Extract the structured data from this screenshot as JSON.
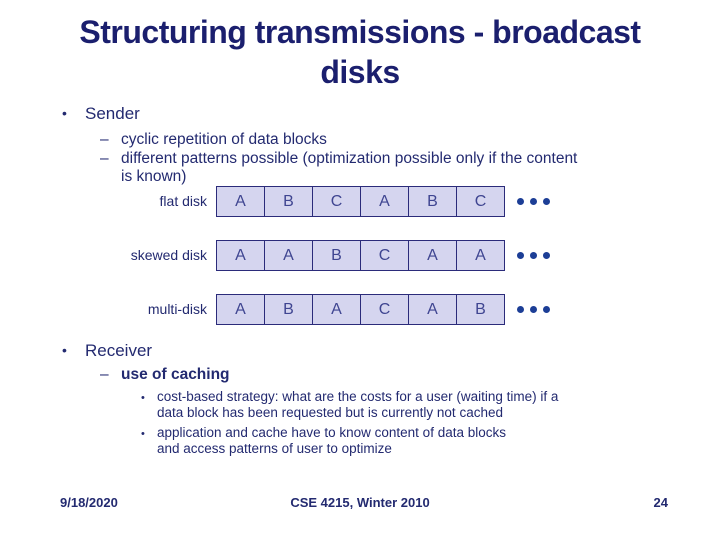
{
  "slide": {
    "title_lines": [
      "Structuring transmissions - broadcast",
      "disks"
    ],
    "bullet_glyph": "•",
    "dash_glyph": "–"
  },
  "sender": {
    "heading": "Sender",
    "items": [
      {
        "lines": [
          "cyclic repetition of data blocks"
        ]
      },
      {
        "lines": [
          "different patterns possible (optimization possible only if the content",
          "is known)"
        ]
      }
    ]
  },
  "disks": {
    "rows": [
      {
        "label": "flat disk",
        "cells": [
          "A",
          "B",
          "C",
          "A",
          "B",
          "C"
        ]
      },
      {
        "label": "skewed disk",
        "cells": [
          "A",
          "A",
          "B",
          "C",
          "A",
          "A"
        ]
      },
      {
        "label": "multi-disk",
        "cells": [
          "A",
          "B",
          "A",
          "C",
          "A",
          "B"
        ]
      }
    ],
    "more_indicator": "ellipsis-dots"
  },
  "receiver": {
    "heading": "Receiver",
    "item": "use of caching",
    "subitems": [
      {
        "lines": [
          "cost-based strategy: what are the costs for a user (waiting time) if a",
          "data block has been requested but is currently not cached"
        ]
      },
      {
        "lines": [
          "application and cache have to know content of data blocks",
          "and access patterns of user to optimize"
        ]
      }
    ]
  },
  "footer": {
    "date": "9/18/2020",
    "course": "CSE 4215, Winter 2010",
    "page": "24"
  },
  "colors": {
    "text_navy": "#232a70",
    "title_navy": "#1b1f6e",
    "cell_fill": "#d5d5ef",
    "cell_border": "#2b2b7a",
    "dot_blue": "#1c3e96"
  }
}
